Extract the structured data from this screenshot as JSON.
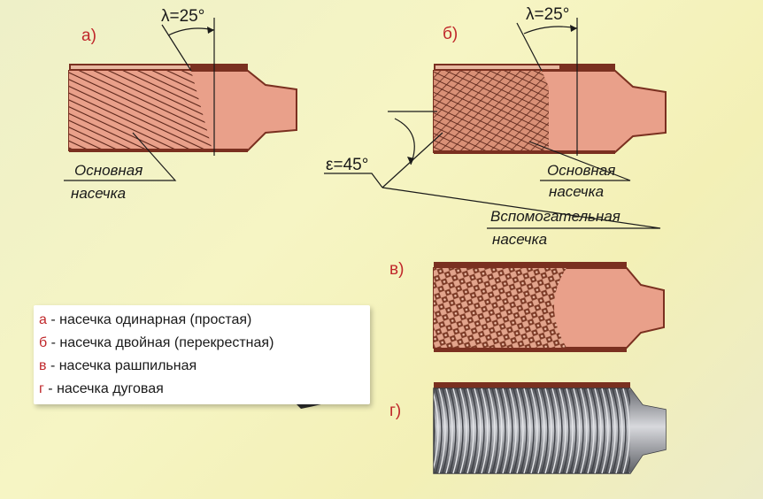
{
  "panels": {
    "a": {
      "letter": "а)",
      "angle": "λ=25°",
      "main_cut_1": "Основная",
      "main_cut_2": "насечка"
    },
    "b": {
      "letter": "б)",
      "angle": "λ=25°",
      "epsilon": "ε=45°",
      "main_cut_1": "Основная",
      "main_cut_2": "насечка",
      "aux_cut_1": "Вспомогательная",
      "aux_cut_2": "насечка"
    },
    "c": {
      "letter": "в)"
    },
    "d": {
      "letter": "г)"
    }
  },
  "legend": [
    {
      "key": "а",
      "text": " - насечка одинарная (простая)"
    },
    {
      "key": "б",
      "text": " - насечка двойная (перекрестная)"
    },
    {
      "key": "в",
      "text": " - насечка рашпильная"
    },
    {
      "key": "г",
      "text": " - насечка дуговая"
    }
  ],
  "colors": {
    "file_body": "#e9a08a",
    "file_edge": "#7a3020",
    "cut_lines": "#5a2418",
    "arc_cut_body": "#8d8f95",
    "accent_red": "#c0282b",
    "background": "#f4f2c0"
  }
}
